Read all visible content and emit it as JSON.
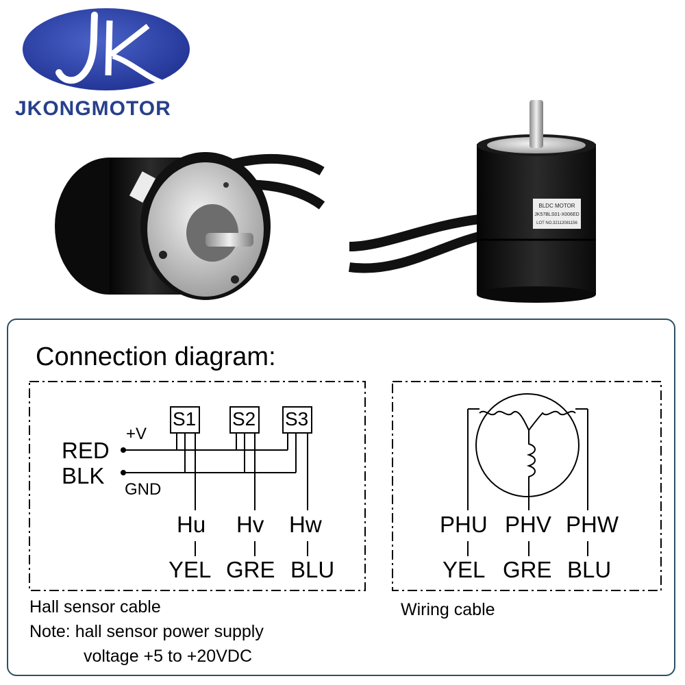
{
  "brand": {
    "name": "JKONGMOTOR"
  },
  "photo_labels": {
    "label_title": "BLDC MOTOR",
    "label_model": "JK57BLS01-X006ED",
    "label_lot": "LOT NO.32112081156"
  },
  "diagram": {
    "title": "Connection diagram:",
    "hall": {
      "sensors": [
        "S1",
        "S2",
        "S3"
      ],
      "supply_pos": "+V",
      "supply_gnd": "GND",
      "wire_red": "RED",
      "wire_blk": "BLK",
      "signals": [
        "Hu",
        "Hv",
        "Hw"
      ],
      "colors": [
        "YEL",
        "GRE",
        "BLU"
      ],
      "caption": "Hall sensor cable",
      "note_line1": "Note: hall sensor power supply",
      "note_line2": "voltage +5 to +20VDC"
    },
    "phase": {
      "phases": [
        "PHU",
        "PHV",
        "PHW"
      ],
      "colors": [
        "YEL",
        "GRE",
        "BLU"
      ],
      "caption": "Wiring cable"
    }
  }
}
